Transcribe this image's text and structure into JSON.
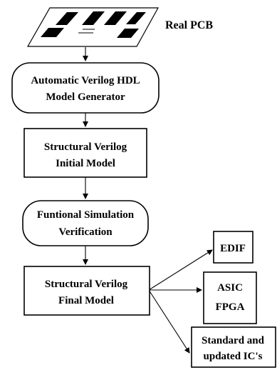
{
  "diagram": {
    "source": {
      "label": "Real PCB",
      "icon": "pcb-board-icon"
    },
    "nodes": {
      "generator": {
        "lines": [
          "Automatic Verilog HDL",
          "Model Generator"
        ],
        "shape": "rounded"
      },
      "initial_model": {
        "lines": [
          "Structural Verilog",
          "Initial Model"
        ],
        "shape": "rectangle"
      },
      "simulation": {
        "lines": [
          "Funtional Simulation",
          "Verification"
        ],
        "shape": "rounded"
      },
      "final_model": {
        "lines": [
          "Structural Verilog",
          "Final Model"
        ],
        "shape": "rectangle"
      },
      "edif": {
        "lines": [
          "EDIF"
        ],
        "shape": "rectangle"
      },
      "asic_fpga": {
        "lines": [
          "ASIC",
          "FPGA"
        ],
        "shape": "rectangle"
      },
      "ics": {
        "lines": [
          "Standard and",
          "updated IC's"
        ],
        "shape": "rectangle"
      }
    },
    "edges": [
      {
        "from": "source",
        "to": "generator"
      },
      {
        "from": "generator",
        "to": "initial_model"
      },
      {
        "from": "initial_model",
        "to": "simulation"
      },
      {
        "from": "simulation",
        "to": "final_model"
      },
      {
        "from": "final_model",
        "to": "edif"
      },
      {
        "from": "final_model",
        "to": "asic_fpga"
      },
      {
        "from": "final_model",
        "to": "ics"
      }
    ]
  }
}
